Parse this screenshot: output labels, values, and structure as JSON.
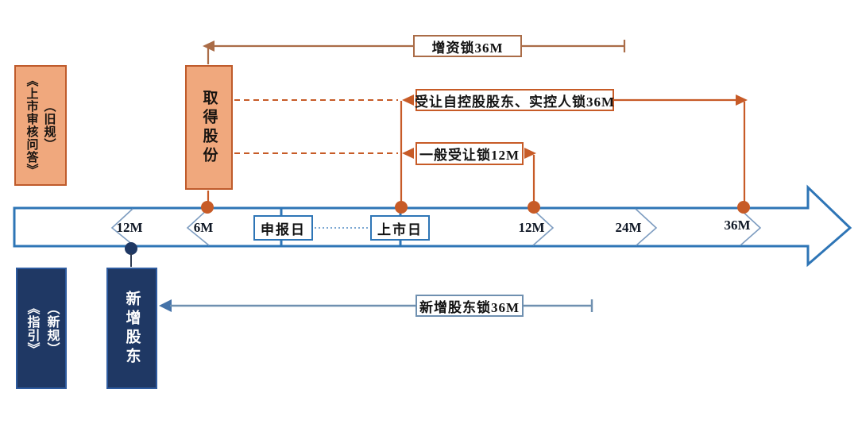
{
  "colors": {
    "orange_fill": "#f0a87d",
    "orange_border": "#bf5b2b",
    "orange_line": "#c75b27",
    "brown_line": "#aa6c47",
    "navy": "#1f3864",
    "timeline_blue": "#2e75b6",
    "slate_line": "#6f90b0"
  },
  "old_rules": {
    "regulation": "《上市审核问答》",
    "regulation_note": "（旧规）",
    "event_label": "取得股份",
    "lock_capital_increase": "增资锁36M",
    "lock_transfer_controlling": "受让自控股股东、实控人锁36M",
    "lock_transfer_general": "一般受让锁12M"
  },
  "new_rules": {
    "regulation": "《指引》",
    "regulation_note": "（新规）",
    "event_label": "新增股东",
    "lock_new_shareholder": "新增股东锁36M"
  },
  "timeline": {
    "pre_markers": [
      "12M",
      "6M"
    ],
    "declaration_day": "申报日",
    "listing_day": "上市日",
    "post_markers": [
      "12M",
      "24M",
      "36M"
    ]
  }
}
